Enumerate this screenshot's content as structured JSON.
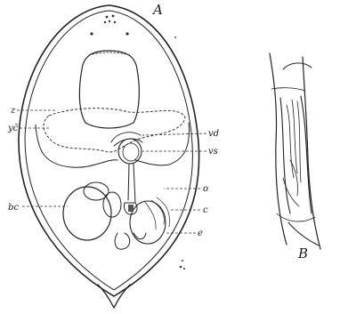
{
  "figure": {
    "panel_a_label": "A",
    "panel_b_label": "B",
    "labels": {
      "z": "z",
      "yc": "yc̄",
      "bc": "bc",
      "vd": "vd",
      "vs": "vs",
      "o": "o",
      "c": "c",
      "e": "e"
    }
  }
}
